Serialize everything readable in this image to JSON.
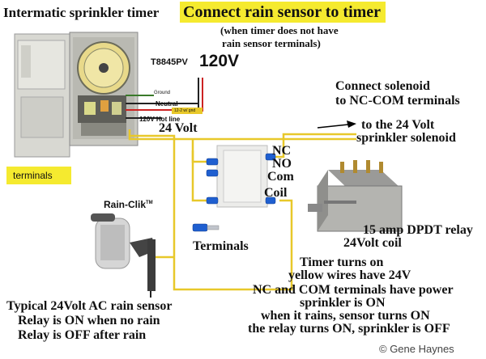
{
  "titles": {
    "timer_title": "Intermatic sprinkler timer",
    "connect_title": "Connect rain sensor to timer",
    "connect_sub1": "(when timer does not have",
    "connect_sub2": "rain sensor terminals)",
    "terminals_tag": "terminals"
  },
  "timer_labels": {
    "model": "T8845PV",
    "voltage": "120V",
    "ground": "Ground",
    "neutral": "Neutral",
    "hot_line": "120V Hot line",
    "wire_tag": "12-2 w/ gnd"
  },
  "wiring": {
    "volt24": "24 Volt",
    "connect_solenoid_1": "Connect solenoid",
    "connect_solenoid_2": "to NC-COM terminals",
    "to_24v_1": "to the 24 Volt",
    "to_24v_2": "sprinkler solenoid"
  },
  "relay_terminals": {
    "nc": "NC",
    "no": "NO",
    "com": "Com",
    "coil": "Coil",
    "terminals": "Terminals"
  },
  "relay_desc": {
    "line1": "15 amp DPDT relay",
    "line2": "24Volt coil"
  },
  "sensor": {
    "brand": "Rain-Clik",
    "tm": "TM",
    "desc1": "Typical 24Volt AC rain sensor",
    "desc2": "Relay is ON when no rain",
    "desc3": "Relay is OFF after rain"
  },
  "notes": {
    "line1": "Timer turns on",
    "line2": "yellow wires have 24V",
    "line3": "NC and COM terminals have power",
    "line4": "sprinkler is ON",
    "line5": "when it rains, sensor turns ON",
    "line6": "the relay turns ON, sprinkler is OFF"
  },
  "credit": "© Gene Haynes",
  "colors": {
    "wire_yellow": "#e8c82a",
    "highlight_yellow": "#f5ea2f",
    "blue_connector": "#1f5fd0",
    "arrow_black": "#000000"
  }
}
